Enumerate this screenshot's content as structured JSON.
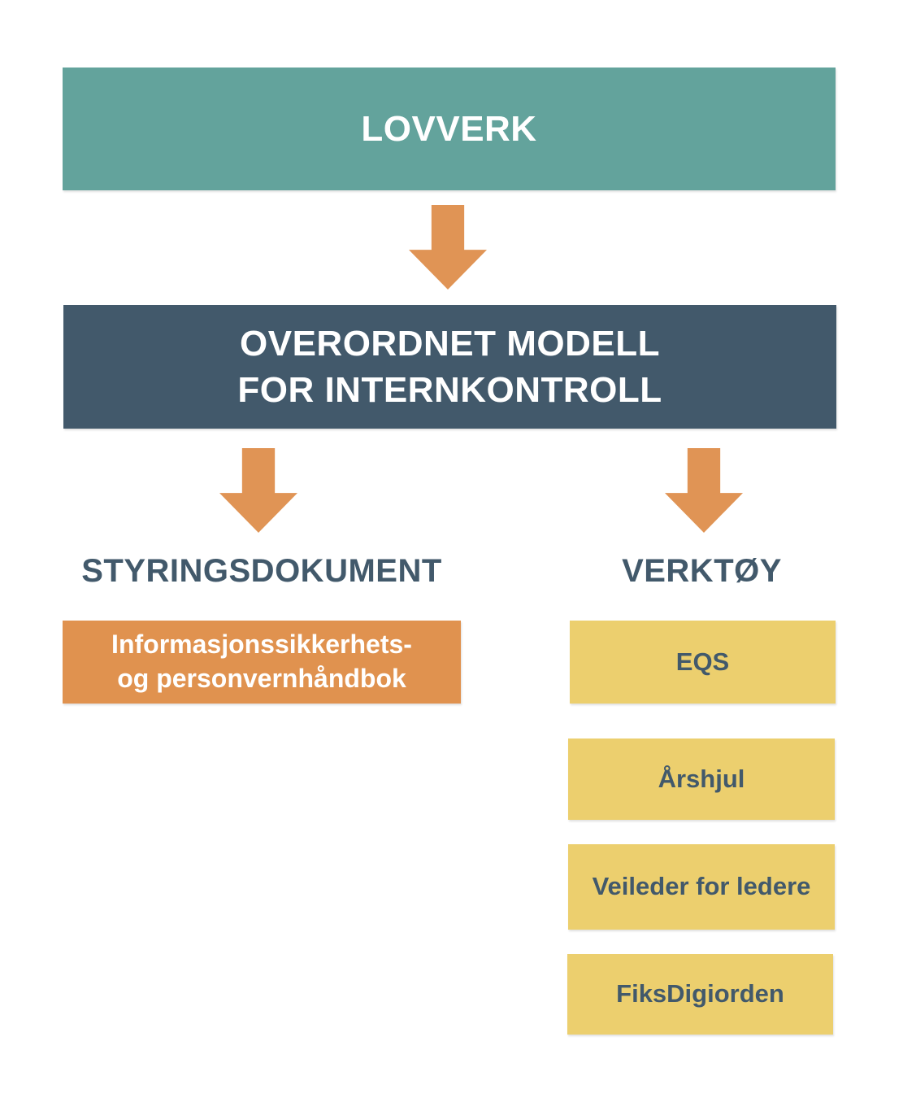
{
  "colors": {
    "teal": "#63A39C",
    "dark_slate": "#42596B",
    "orange": "#E0924F",
    "arrow_orange": "#E09455",
    "yellow": "#ECCF6E",
    "heading_text": "#42596B",
    "box_text_light": "#FFFFFF"
  },
  "top_box": {
    "label": "LOVVERK"
  },
  "model_box": {
    "label": "OVERORDNET MODELL\nFOR INTERNKONTROLL"
  },
  "left_branch": {
    "heading": "STYRINGSDOKUMENT",
    "document": {
      "label": "Informasjonssikkerhets-\nog personvernhåndbok"
    }
  },
  "right_branch": {
    "heading": "VERKTØY",
    "tools": [
      {
        "label": "EQS"
      },
      {
        "label": "Årshjul"
      },
      {
        "label": "Veileder for ledere"
      },
      {
        "label": "FiksDigiorden"
      }
    ]
  }
}
